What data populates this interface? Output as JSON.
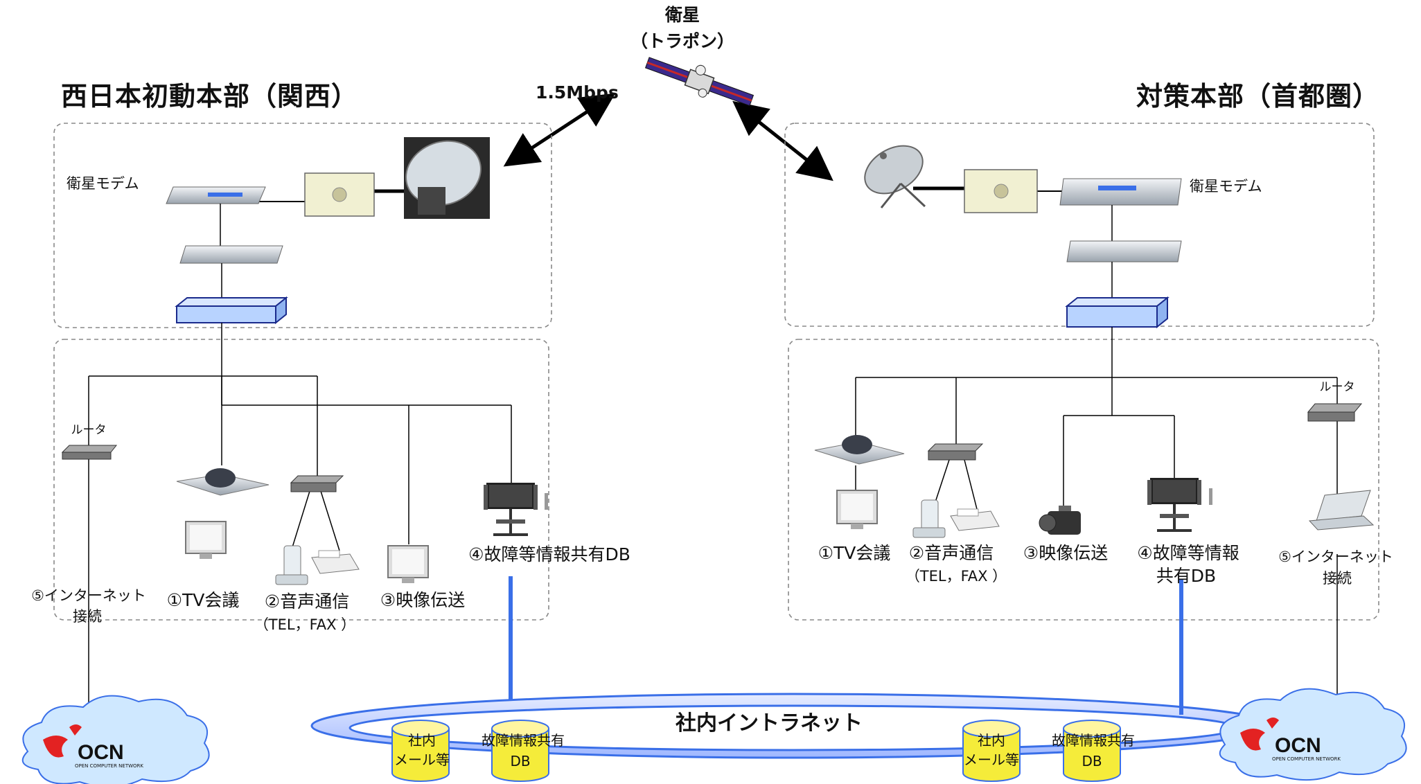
{
  "satellite": {
    "title": "衛星",
    "subtitle": "（トラポン）",
    "bandwidth": "1.5Mbps"
  },
  "west": {
    "title": "西日本初動本部（関西）",
    "modem_label": "衛星モデム",
    "router_label": "ルータ",
    "services": {
      "tv": "①TV会議",
      "voice": "②音声通信",
      "voice_sub": "（TEL，FAX ）",
      "video": "③映像伝送",
      "db": "④故障等情報共有DB",
      "internet_1": "⑤インターネット",
      "internet_2": "接続"
    }
  },
  "east": {
    "title": "対策本部（首都圏）",
    "modem_label": "衛星モデム",
    "router_label": "ルータ",
    "services": {
      "tv": "①TV会議",
      "voice": "②音声通信",
      "voice_sub": "（TEL，FAX ）",
      "video": "③映像伝送",
      "db_1": "④故障等情報",
      "db_2": "共有DB",
      "internet_1": "⑤インターネット",
      "internet_2": "接続"
    }
  },
  "intranet": {
    "label": "社内イントラネット",
    "mail_1": "社内",
    "mail_2": "メール等",
    "db_label": "故障情報共有",
    "db_name": "DB"
  },
  "ocn": {
    "label": "OCN",
    "sub": "OPEN COMPUTER NETWORK"
  },
  "colors": {
    "blue_link": "#3a6fe8",
    "device_box": "#b8d3ff",
    "cylinder": "#f5ec3a",
    "cloud": "#cfe8ff",
    "ocn_red": "#e32222"
  }
}
